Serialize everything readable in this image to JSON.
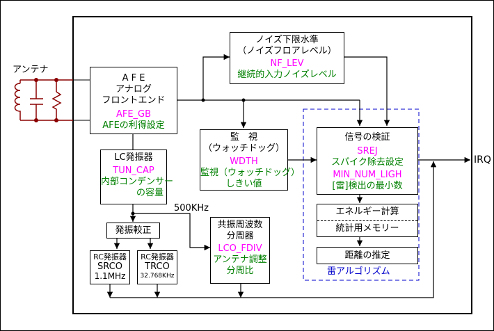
{
  "antenna_label": "アンテナ",
  "afe": {
    "title": "A F E",
    "line1": "アナログ",
    "line2": "フロントエンド",
    "register": "AFE_GB",
    "desc": "AFEの利得設定"
  },
  "noise": {
    "title": "ノイズ下限水準",
    "subtitle": "（ノイズフロアレベル）",
    "register": "NF_LEV",
    "desc": "継続的入力ノイズレベル"
  },
  "watchdog": {
    "title": "監　視",
    "subtitle": "（ウォッチドッグ）",
    "register": "WDTH",
    "desc1": "監視（ウォッチドッグ）",
    "desc2": "しきい値"
  },
  "signal": {
    "title": "信号の検証",
    "register1": "SREJ",
    "desc1": "スパイク除去設定",
    "register2": "MIN_NUM_LIGH",
    "desc2": "[雷]検出の最小数"
  },
  "energy": {
    "line1": "エネルギー計算",
    "line2": "統計用メモリー"
  },
  "distance": {
    "title": "距離の推定"
  },
  "lightning_algorithm_label": "雷アルゴリズム",
  "irq_label": "IRQ",
  "lc_osc": {
    "title": "LC発振器",
    "register": "TUN_CAP",
    "desc1": "内部コンデンサー",
    "desc2": "の容量"
  },
  "freq_label": "500KHz",
  "calibration": {
    "title": "発振較正"
  },
  "srco": {
    "title": "RC発振器",
    "name": "SRCO",
    "freq": "1.1MHz"
  },
  "trco": {
    "title": "RC発振器",
    "name": "TRCO",
    "freq": "32.768KHz"
  },
  "divider": {
    "title1": "共振周波数",
    "title2": "分周器",
    "register": "LCO_FDIV",
    "desc1": "アンテナ調整",
    "desc2": "分周比"
  },
  "colors": {
    "register": "#ff00ff",
    "description": "#008000",
    "antenna": "#8b0000",
    "algorithm_border": "#0000cc"
  }
}
